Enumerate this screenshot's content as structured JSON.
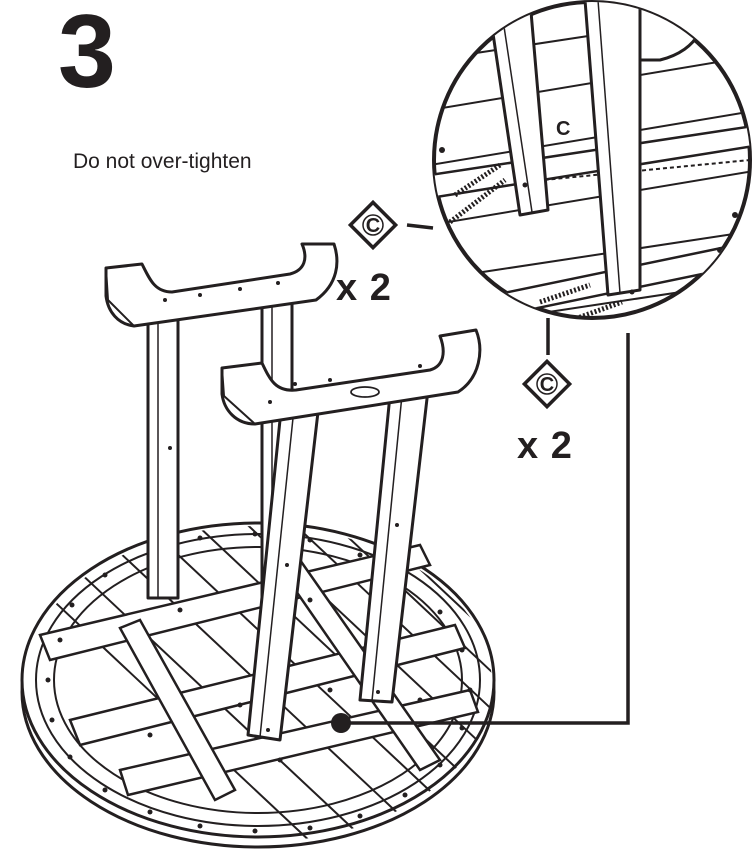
{
  "step": {
    "number": "3"
  },
  "instruction": {
    "text": "Do not over-tighten"
  },
  "callouts": [
    {
      "hardware_letter": "C",
      "quantity": "x 2"
    },
    {
      "hardware_letter": "C",
      "quantity": "x 2"
    }
  ],
  "colors": {
    "ink": "#231f20",
    "paper": "#ffffff",
    "fill": "#f6f6f6"
  },
  "icons": [
    "hardware-c-diamond-icon",
    "leader-dot-icon"
  ]
}
